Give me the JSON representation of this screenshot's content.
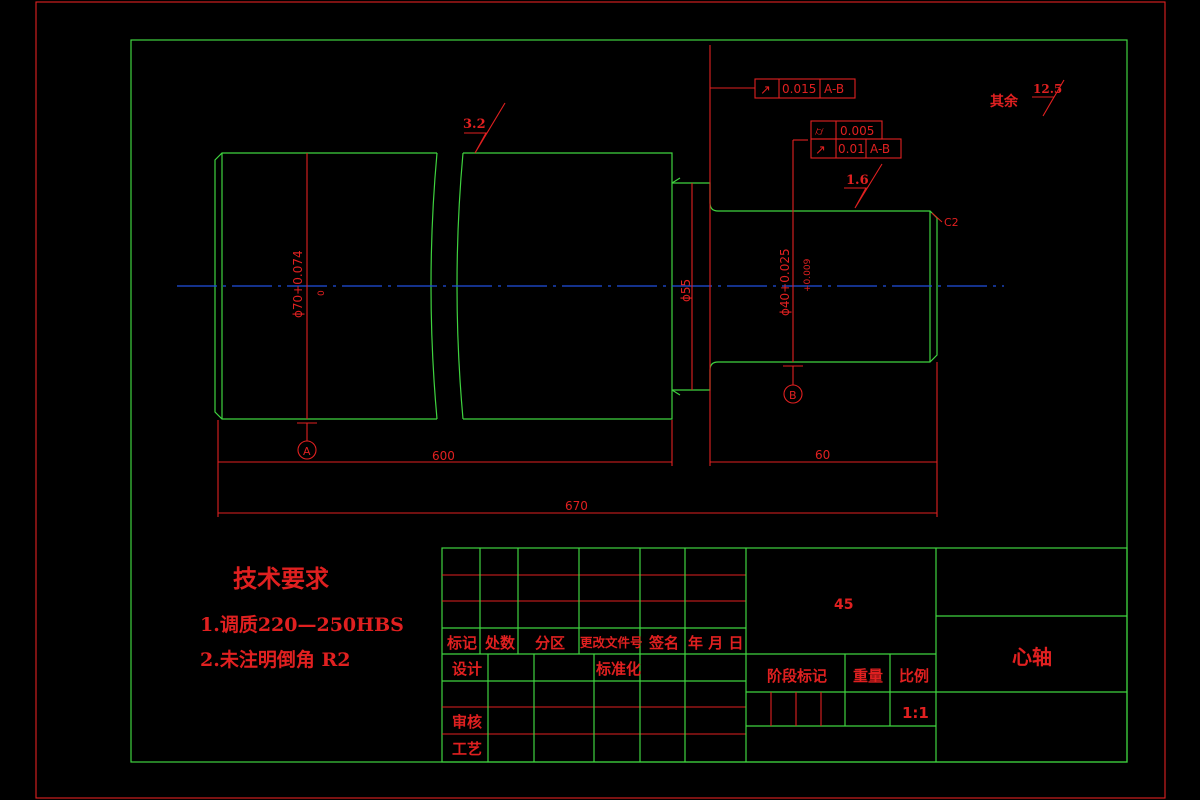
{
  "drawing": {
    "dimensions": {
      "dia70": "ϕ70+0.074",
      "dia70_lower": "0",
      "dia55": "ϕ55",
      "dia40": "ϕ40+0.025",
      "dia40_lower": "+0.009",
      "len600": "600",
      "len60": "60",
      "len670": "670",
      "chamfer": "C2"
    },
    "roughness": {
      "left": "3.2",
      "right": "1.6",
      "other_label": "其余",
      "other_value": "12.5"
    },
    "tolerances": {
      "runout_top": {
        "symbol": "↗",
        "value": "0.015",
        "datum": "A-B"
      },
      "cylindricity": {
        "symbol": "⌭",
        "value": "0.005"
      },
      "runout_right": {
        "symbol": "↗",
        "value": "0.01",
        "datum": "A-B"
      }
    },
    "datums": {
      "a": "A",
      "b": "B"
    }
  },
  "requirements": {
    "title": "技术要求",
    "items": [
      "1.调质220—250HBS",
      "2.未注明倒角 R2"
    ]
  },
  "title_block": {
    "headers": [
      "标记",
      "处数",
      "分区",
      "更改文件号",
      "签名",
      "年 月 日"
    ],
    "design": "设计",
    "standardization": "标准化",
    "review": "审核",
    "process": "工艺",
    "material": "45",
    "stage_mark": "阶段标记",
    "weight": "重量",
    "scale_label": "比例",
    "scale": "1:1",
    "part_name": "心轴"
  },
  "colors": {
    "outline": "#3fd33f",
    "annotation": "#e02020",
    "centerline": "#2050e0",
    "background": "#000000"
  }
}
